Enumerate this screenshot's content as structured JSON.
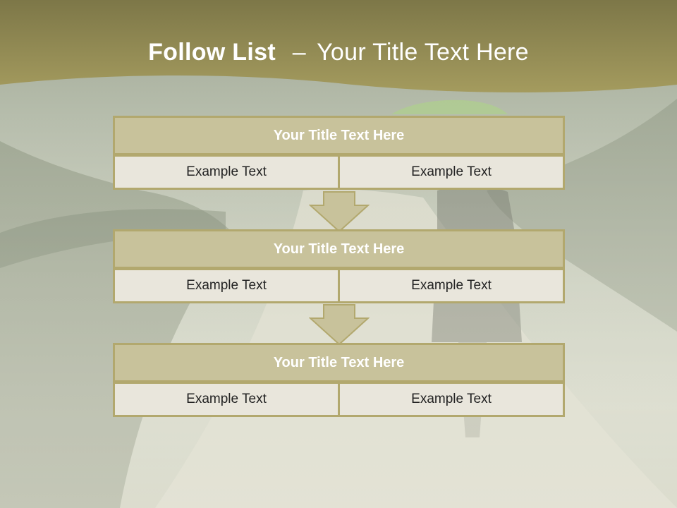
{
  "slide": {
    "title_bold": "Follow List",
    "title_dash": "–",
    "title_rest": "Your Title Text Here"
  },
  "blocks": [
    {
      "title": "Your Title Text Here",
      "left": "Example Text",
      "right": "Example Text"
    },
    {
      "title": "Your Title Text Here",
      "left": "Example Text",
      "right": "Example Text"
    },
    {
      "title": "Your Title Text Here",
      "left": "Example Text",
      "right": "Example Text"
    }
  ],
  "colors": {
    "header": "#948c52",
    "block_title_fill": "#c8c29b",
    "block_border": "#b2a86e",
    "cell_fill": "#e9e6dc",
    "arrow_fill": "#c8c29b"
  },
  "icons": [
    "arrow-down-icon"
  ]
}
